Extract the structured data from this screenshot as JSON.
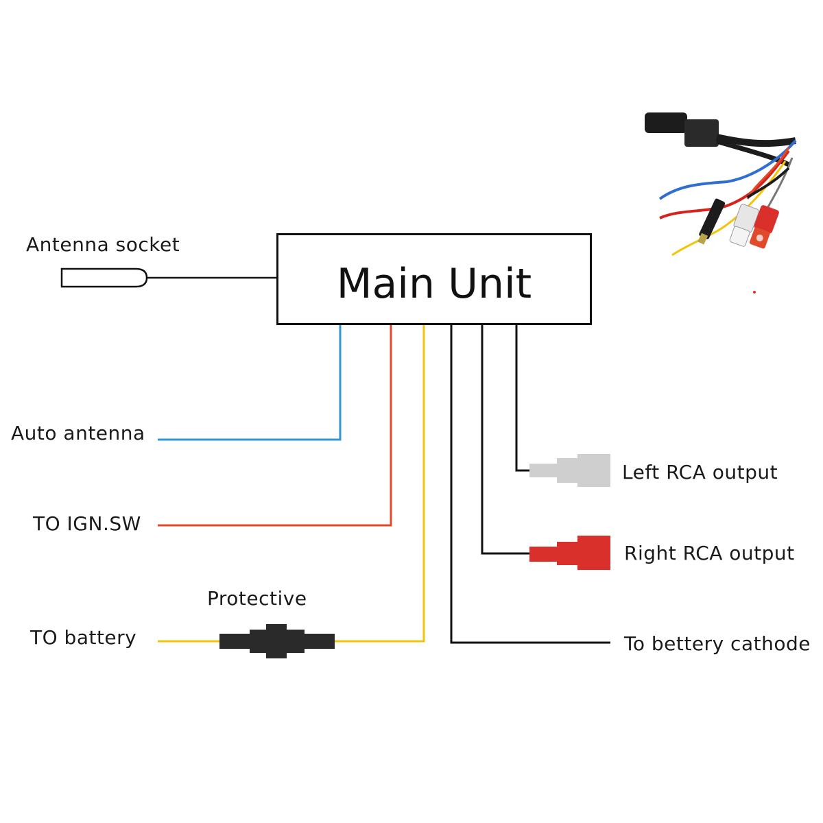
{
  "colors": {
    "blue": "#2f97d6",
    "red": "#e04a2a",
    "yellow": "#f2c40c",
    "black": "#111111",
    "gray_rca": "#cfcfcf",
    "red_rca": "#d9302b"
  },
  "main_unit": {
    "label": "Main Unit"
  },
  "labels": {
    "antenna_socket": "Antenna socket",
    "auto_antenna": "Auto antenna",
    "ign_sw": "TO IGN.SW",
    "battery": "TO battery",
    "protective": "Protective",
    "left_rca": "Left RCA output",
    "right_rca": "Right RCA output",
    "battery_cathode": "To bettery cathode"
  },
  "icons": {
    "antenna_plug": "antenna-plug-icon",
    "fuse": "fuse-holder-icon",
    "left_rca": "rca-plug-white-icon",
    "right_rca": "rca-plug-red-icon",
    "harness_photo": "wiring-harness-photo"
  }
}
